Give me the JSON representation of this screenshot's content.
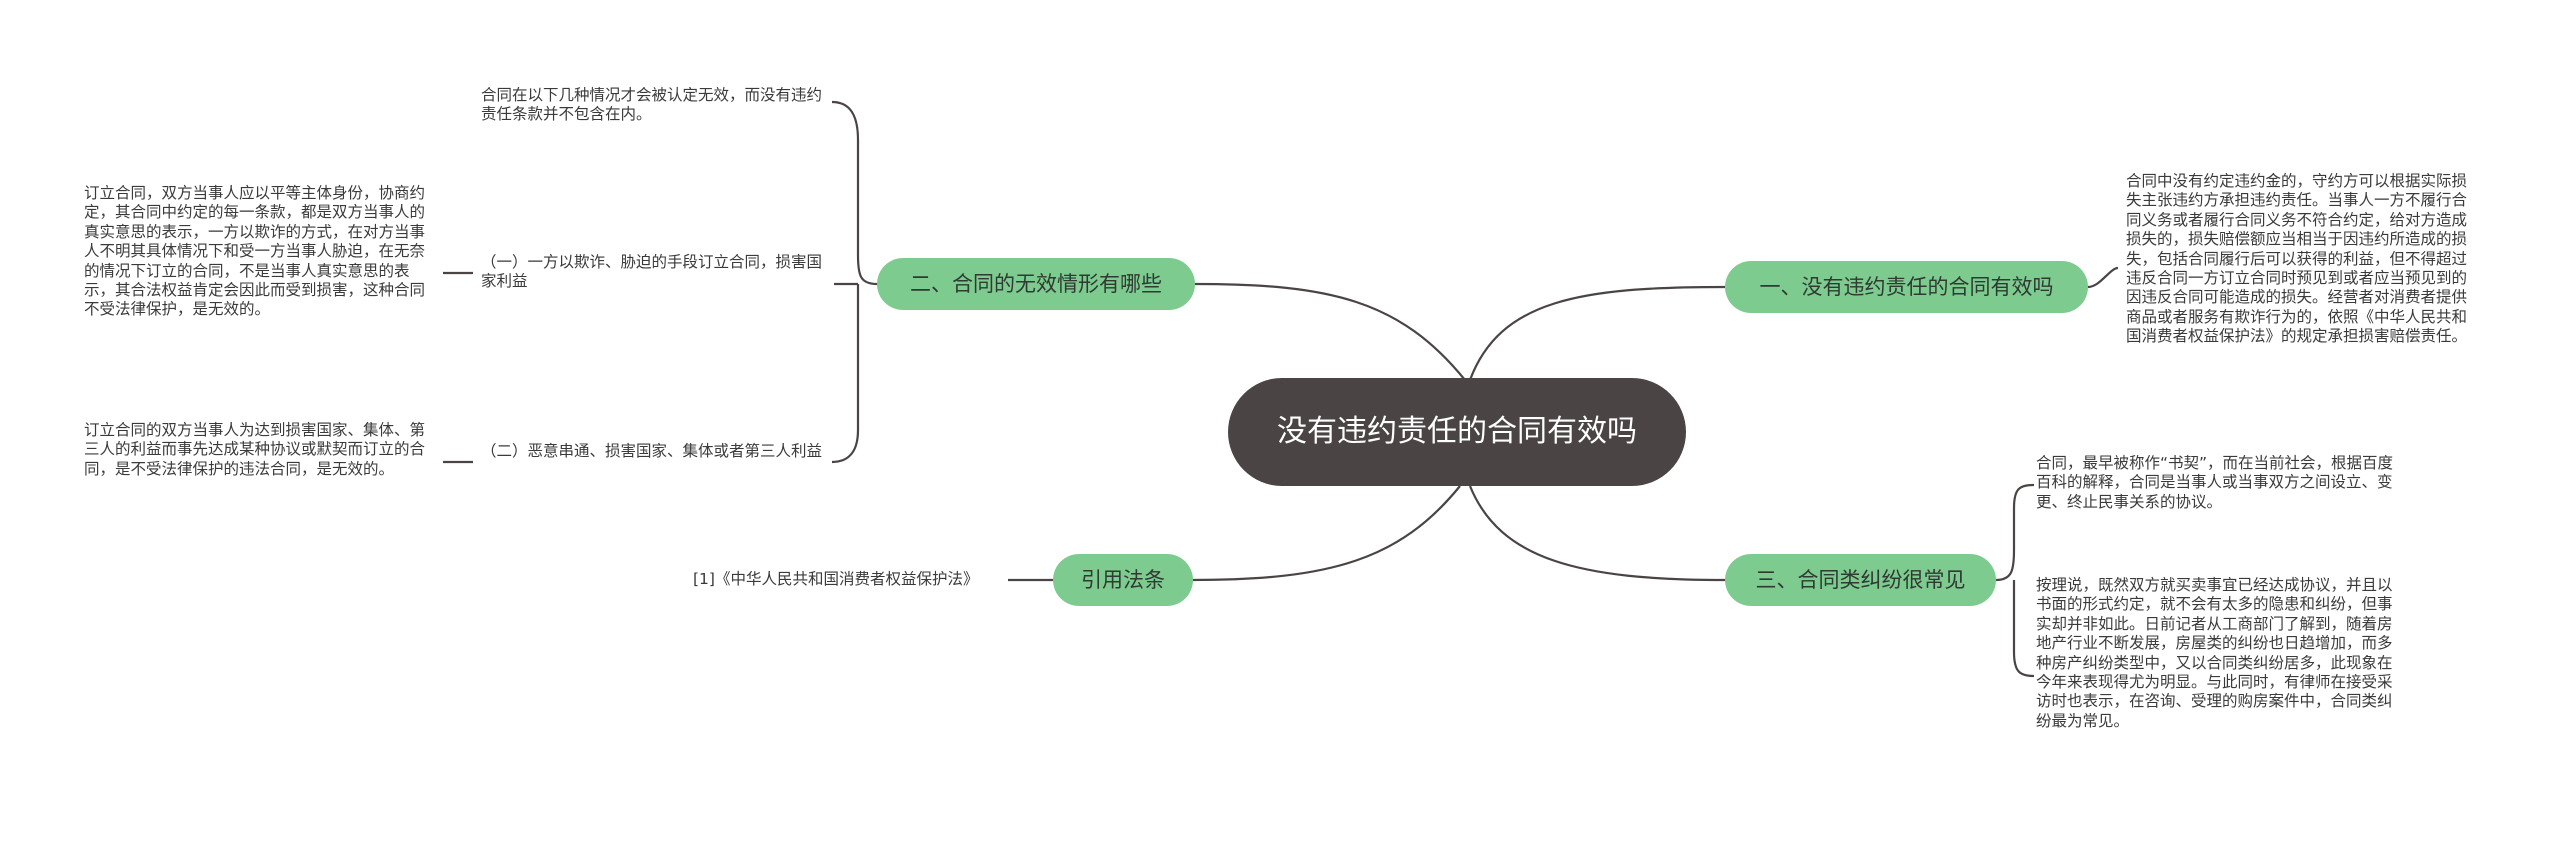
{
  "root": {
    "title": "没有违约责任的合同有效吗"
  },
  "branches": {
    "b1": {
      "label": "一、没有违约责任的合同有效吗"
    },
    "b2": {
      "label": "二、合同的无效情形有哪些"
    },
    "b3": {
      "label": "三、合同类纠纷很常见"
    },
    "b4": {
      "label": "引用法条"
    }
  },
  "leaves": {
    "b1_text": "合同中没有约定违约金的，守约方可以根据实际损失主张违约方承担违约责任。当事人一方不履行合同义务或者履行合同义务不符合约定，给对方造成损失的，损失赔偿额应当相当于因违约所造成的损失，包括合同履行后可以获得的利益，但不得超过违反合同一方订立合同时预见到或者应当预见到的因违反合同可能造成的损失。经营者对消费者提供商品或者服务有欺诈行为的，依照《中华人民共和国消费者权益保护法》的规定承担损害赔偿责任。",
    "b2_intro": "合同在以下几种情况才会被认定无效，而没有违约责任条款并不包含在内。",
    "b2_item1": "（一）一方以欺诈、胁迫的手段订立合同，损害国家利益",
    "b2_item1_detail": "订立合同，双方当事人应以平等主体身份，协商约定，其合同中约定的每一条款，都是双方当事人的真实意思的表示，一方以欺诈的方式，在对方当事人不明其具体情况下和受一方当事人胁迫，在无奈的情况下订立的合同，不是当事人真实意思的表示，其合法权益肯定会因此而受到损害，这种合同不受法律保护，是无效的。",
    "b2_item2": "（二）恶意串通、损害国家、集体或者第三人利益",
    "b2_item2_detail": "订立合同的双方当事人为达到损害国家、集体、第三人的利益而事先达成某种协议或默契而订立的合同，是不受法律保护的违法合同，是无效的。",
    "b3_text1": "合同，最早被称作“书契”，而在当前社会，根据百度百科的解释，合同是当事人或当事双方之间设立、变更、终止民事关系的协议。",
    "b3_text2": "按理说，既然双方就买卖事宜已经达成协议，并且以书面的形式约定，就不会有太多的隐患和纠纷，但事实却并非如此。日前记者从工商部门了解到，随着房地产行业不断发展，房屋类的纠纷也日趋增加，而多种房产纠纷类型中，又以合同类纠纷居多，此现象在今年来表现得尤为明显。与此同时，有律师在接受采访时也表示，在咨询、受理的购房案件中，合同类纠纷最为常见。",
    "b4_text": "[1]《中华人民共和国消费者权益保护法》"
  },
  "colors": {
    "root_fill": "#4a4544",
    "branch_fill": "#7ecb8f",
    "connector": "#4a4544"
  }
}
